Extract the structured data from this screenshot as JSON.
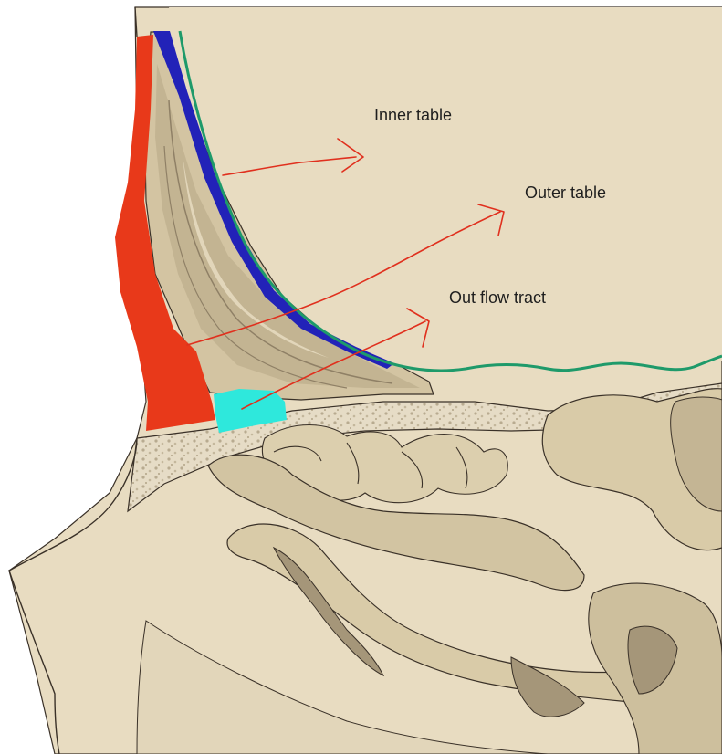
{
  "diagram": {
    "labels": {
      "inner_table": "Inner table",
      "outer_table": "Outer table",
      "outflow_tract": "Out flow tract"
    },
    "colors": {
      "background": "#ffffff",
      "skull_fill": "#e8dcc1",
      "bone_fill": "#d9cba8",
      "bone_shade": "#bdae8e",
      "bone_dark": "#a59679",
      "cancellous": "#dfd4bc",
      "outline": "#3a3128",
      "outer_table_red": "#e8391a",
      "inner_table_blue": "#2222b8",
      "dura_green": "#1e9a6a",
      "outflow_tract_cyan": "#2ee8dc",
      "arrow_red": "#e0301e"
    }
  }
}
